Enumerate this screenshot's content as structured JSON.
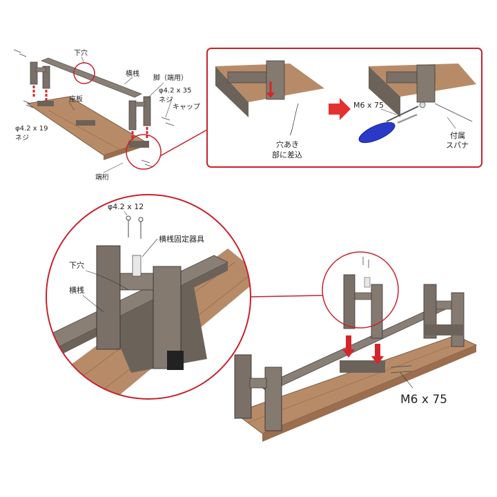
{
  "labels": {
    "shita_ana_top": "下穴",
    "yokosan_top": "横桟",
    "ashi": "脚（端用）",
    "screw_42x35": "φ4.2 x 35",
    "neji_35": "ネジ",
    "cap": "キャップ",
    "zaban": "座板",
    "screw_42x19": "φ4.2 x 19",
    "neji_19": "ネジ",
    "hashigeta": "端桁",
    "m6_top": "M6 x 75",
    "ana_aki_1": "穴あき",
    "ana_aki_2": "部に差込",
    "fuzoku_1": "付属",
    "fuzoku_2": "スパナ",
    "screw_42x12": "φ4.2 x 12",
    "kotei_kigu": "横桟固定器具",
    "shita_ana_zoom": "下穴",
    "yokosan_zoom": "横桟",
    "m6_bottom": "M6 x 75"
  },
  "colors": {
    "wood_dark": "#6b625a",
    "wood_mid": "#857a70",
    "wood_light": "#a0958a",
    "board": "#b88b68",
    "board_dark": "#9a6e4e",
    "accent_red": "#d6252a",
    "frame_red": "#c8202a",
    "driver_blue": "#2a3ac8"
  }
}
